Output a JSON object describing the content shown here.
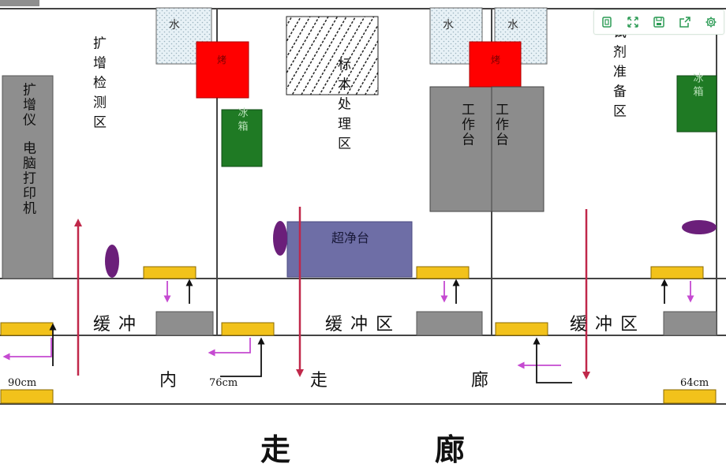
{
  "areas": {
    "amplification": "扩增检测区",
    "specimen": "标本处理区",
    "reagent": "试剂准备区"
  },
  "equipment": {
    "amplifier": "扩增仪",
    "computer_printer": "电脑打印机",
    "water": "水",
    "oven": "烤",
    "fridge": "冰箱",
    "biosafety_cabinet": "超净台",
    "workbench": "工作台"
  },
  "buffers": {
    "buffer_1": "缓冲",
    "buffer_2": "缓冲区",
    "buffer_3": "缓冲区"
  },
  "corridors": {
    "inner": [
      "内",
      "走",
      "廊"
    ],
    "main": [
      "走",
      "廊"
    ]
  },
  "door_widths": {
    "left": "90cm",
    "middle": "76cm",
    "right": "64cm"
  },
  "colors": {
    "heater": "#ff0000",
    "fridge": "#1f7a24",
    "workbench": "#8c8c8c",
    "equipment": "#8e8e8e",
    "cabinet": "#6e6ea6",
    "door": "#f2c21b",
    "airflow": "#c0284a",
    "pressure": "#c54ad1",
    "vent": "#6b1f7a",
    "toolbar": "#2c9b55"
  },
  "toolbar": {
    "icons": [
      "copy-icon",
      "fullscreen-icon",
      "save-icon",
      "share-icon",
      "settings-icon"
    ]
  }
}
